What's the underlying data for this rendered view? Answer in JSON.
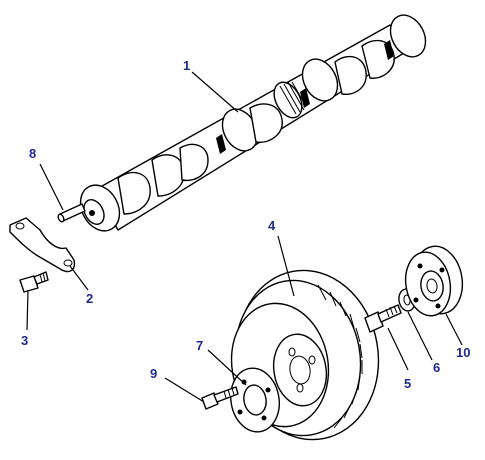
{
  "diagram": {
    "parts": [
      {
        "id": "camshaft",
        "label": "1"
      },
      {
        "id": "thrust-plate",
        "label": "2"
      },
      {
        "id": "plate-bolt",
        "label": "3"
      },
      {
        "id": "timing-pulley",
        "label": "4"
      },
      {
        "id": "hub-bolt",
        "label": "5"
      },
      {
        "id": "hub-washer",
        "label": "6"
      },
      {
        "id": "pulley-spacer",
        "label": "7"
      },
      {
        "id": "dowel-pin",
        "label": "8"
      },
      {
        "id": "pulley-bolt",
        "label": "9"
      },
      {
        "id": "pulley-hub",
        "label": "10"
      }
    ]
  }
}
